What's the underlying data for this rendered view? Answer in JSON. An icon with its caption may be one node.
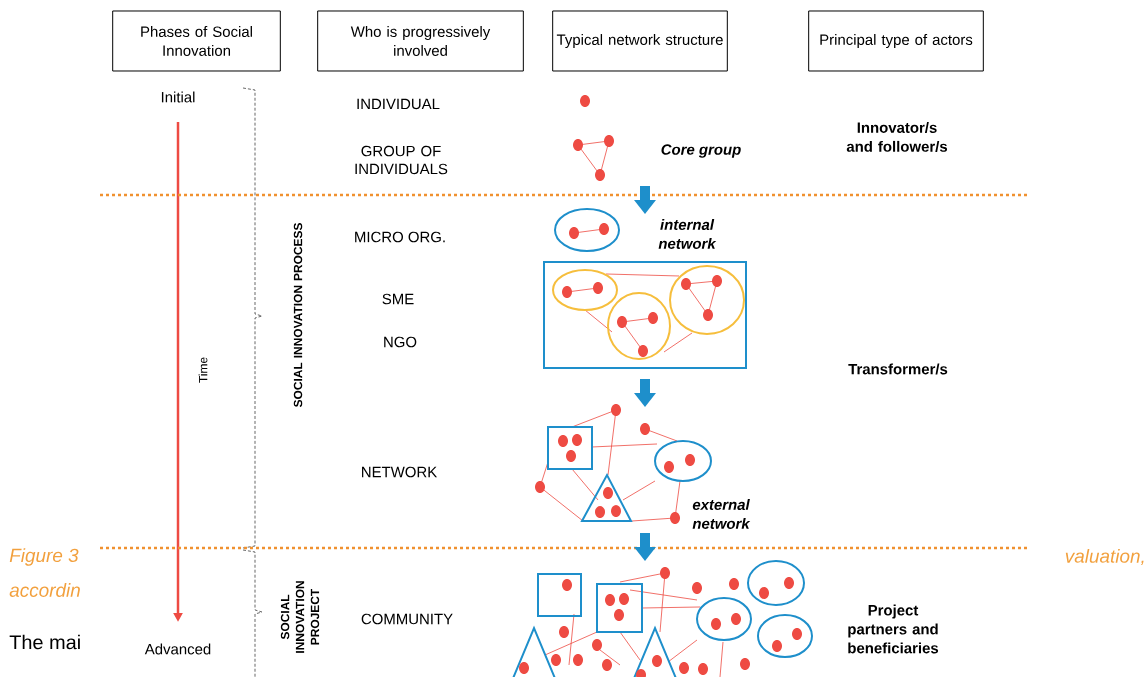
{
  "diagram": {
    "nodes": [
      {
        "text": [
          "Phases of Social Innovation"
        ]
      },
      {
        "text": [
          "Who is progressively involved"
        ]
      },
      {
        "text": [
          "Typical network structure"
        ]
      },
      {
        "text": [
          "Principal type of actors"
        ]
      }
    ],
    "labels": [
      "Initial",
      "INDIVIDUAL",
      "Innovator/s and follower/s",
      "GROUP OF INDIVIDUALS",
      "Core group",
      "MICRO ORG.",
      "internal network",
      "SOCIAL INNOVATION PROCESS",
      "SME",
      "NGO",
      "Transformer/s",
      "Time",
      "NETWORK",
      "external network",
      "Figure 3",
      "valuation,",
      "accordin",
      "SOCIAL INNOVATION PROJECT",
      "COMMUNITY",
      "Project partners and beneficiaries",
      "The mai",
      "Advanced"
    ]
  }
}
